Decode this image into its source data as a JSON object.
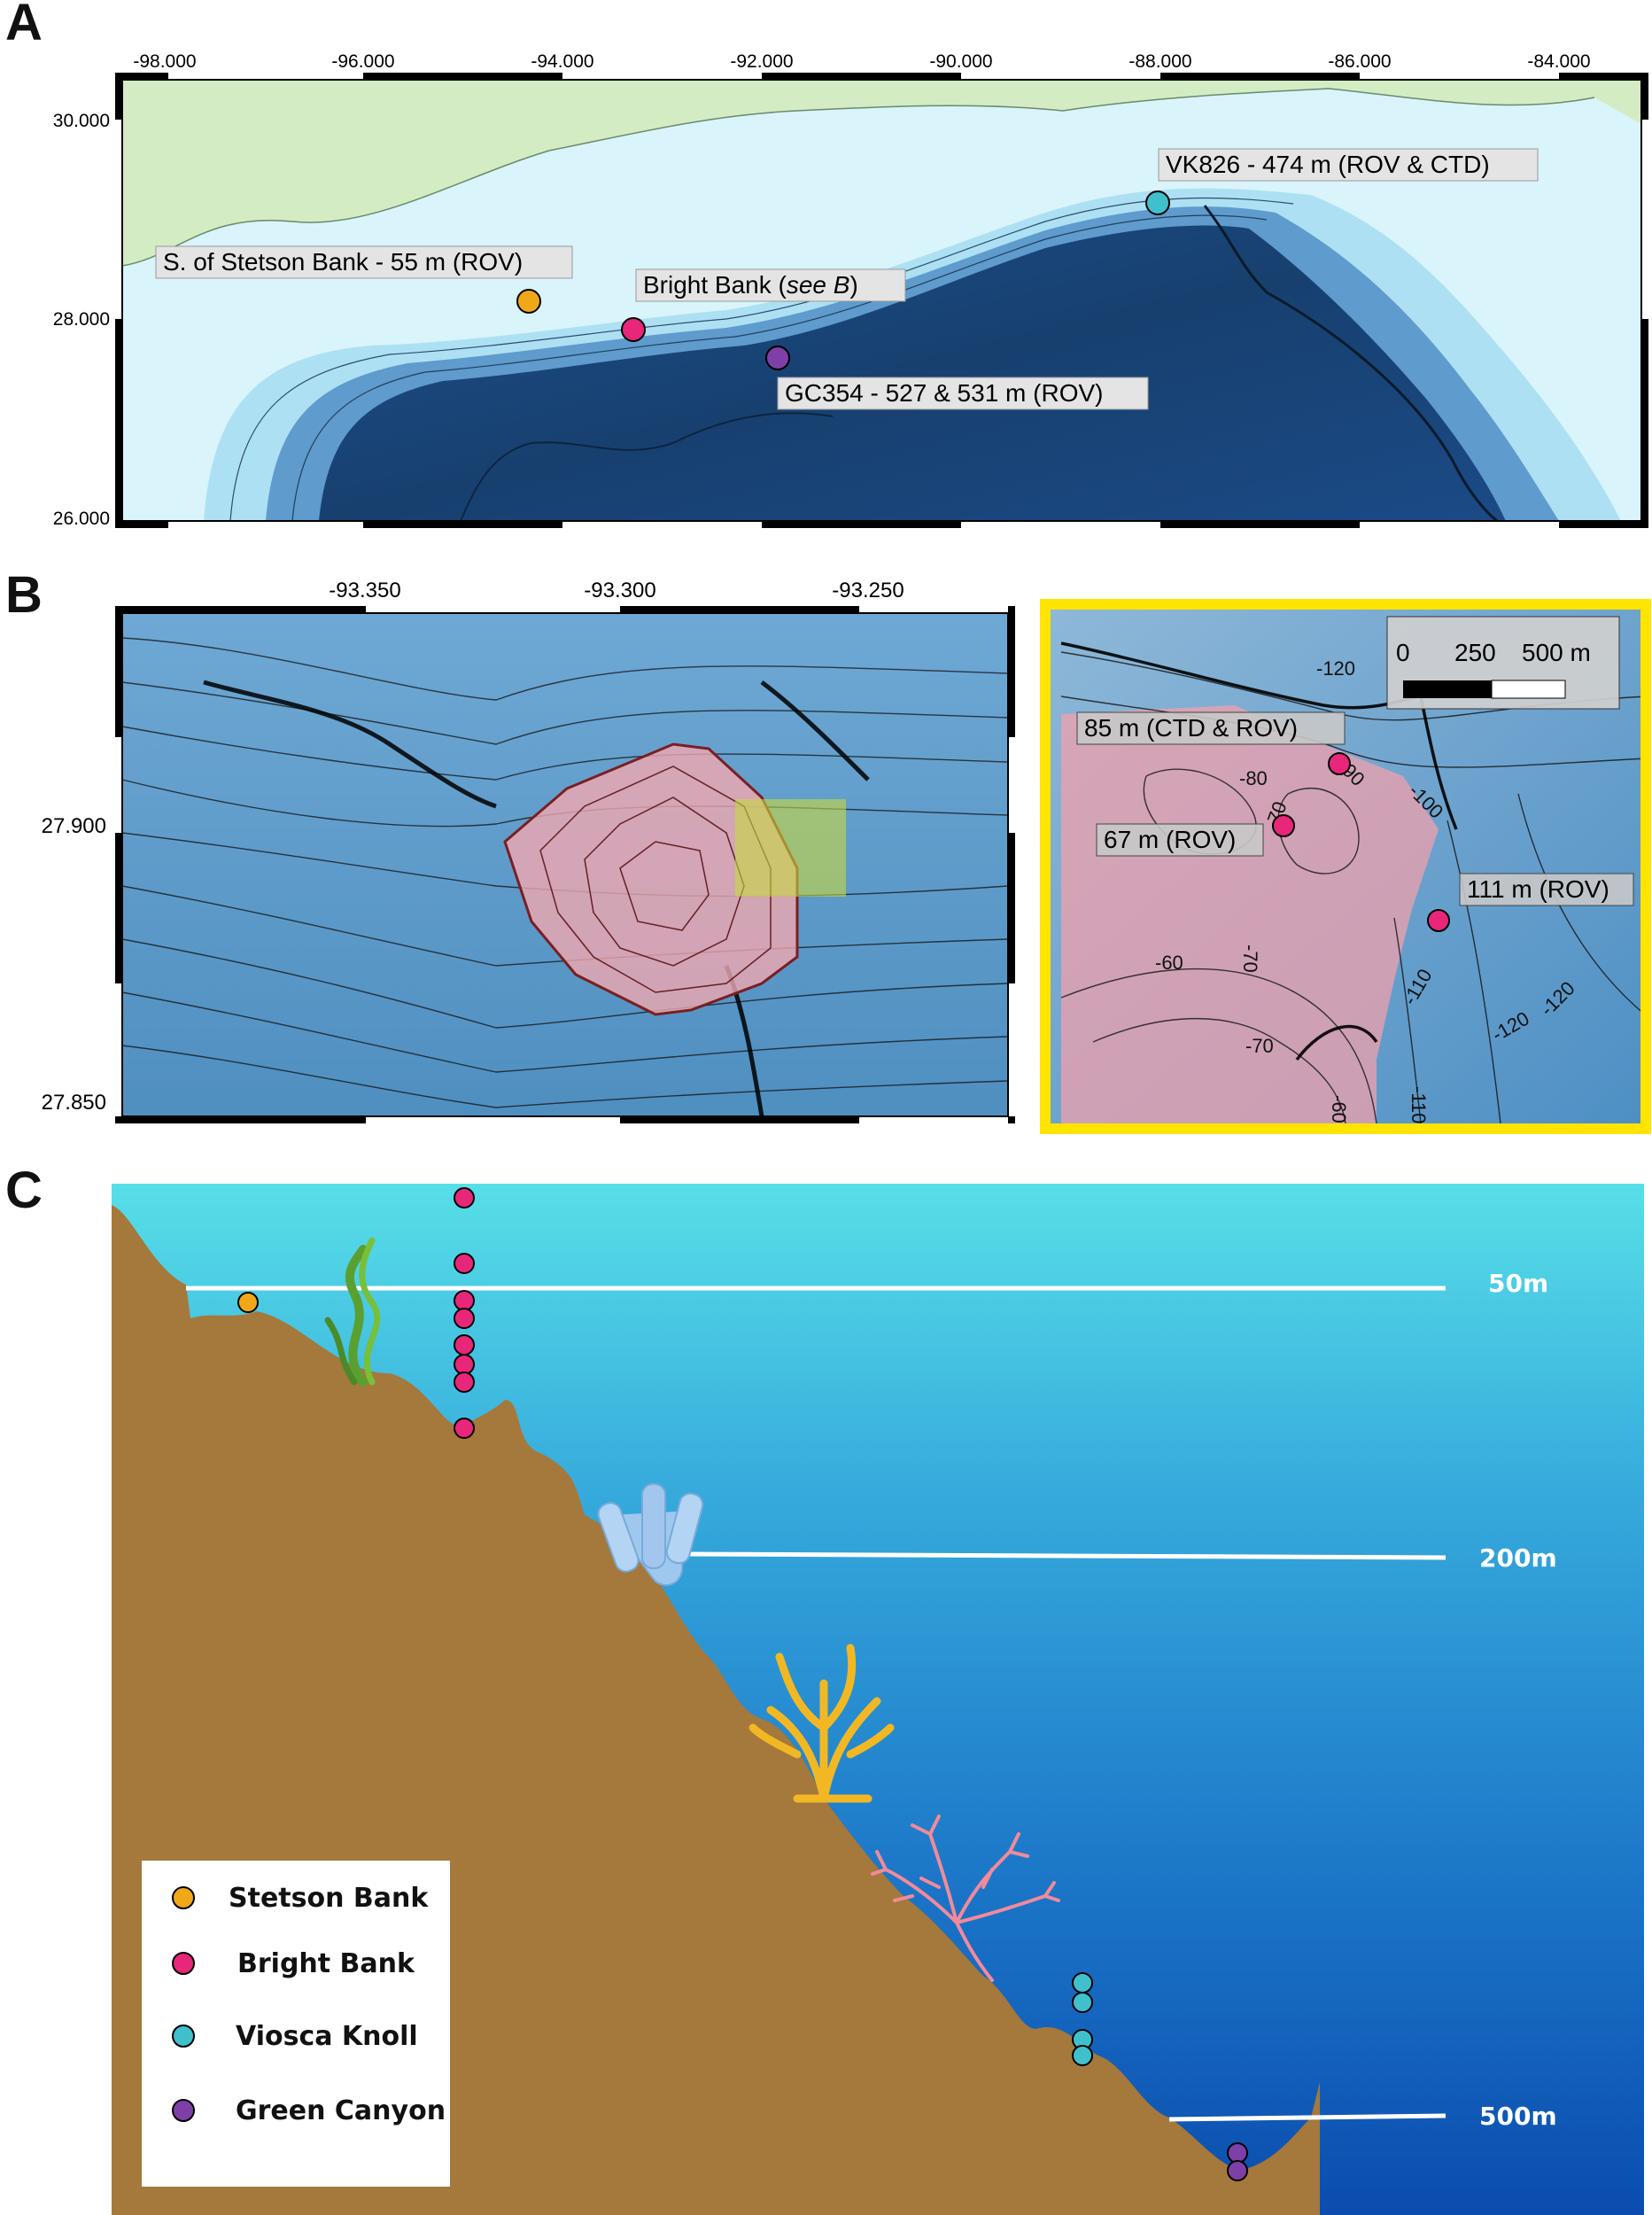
{
  "panels": {
    "a": "A",
    "b": "B",
    "c": "C"
  },
  "panel_a": {
    "lon_ticks": [
      "-98.000",
      "-96.000",
      "-94.000",
      "-92.000",
      "-90.000",
      "-88.000",
      "-86.000",
      "-84.000"
    ],
    "lat_ticks": [
      "30.000",
      "28.000",
      "26.000"
    ],
    "sites": [
      {
        "label": "S. of Stetson Bank - 55 m (ROV)",
        "color": "#f0a818"
      },
      {
        "label_prefix": "Bright Bank (",
        "label_italic": "see B",
        "label_suffix": ")",
        "color": "#e8267a"
      },
      {
        "label": "GC354 - 527 & 531 m (ROV)",
        "color": "#7f3fa8"
      },
      {
        "label": "VK826 - 474 m (ROV & CTD)",
        "color": "#40c0cc"
      }
    ]
  },
  "panel_b": {
    "lon_ticks": [
      "-93.350",
      "-93.300",
      "-93.250"
    ],
    "lat_ticks": [
      "27.900",
      "27.850"
    ],
    "scalebar": {
      "zero": "0",
      "mid": "250",
      "end": "500 m"
    },
    "site_labels": [
      "85 m (CTD & ROV)",
      "67 m (ROV)",
      "111 m (ROV)"
    ],
    "contour_labels": [
      "-120",
      "-80",
      "-90",
      "-100",
      "-70",
      "-70",
      "-60",
      "-70",
      "-60",
      "-110",
      "-120",
      "-120",
      "-110"
    ]
  },
  "panel_c": {
    "depth_lines": [
      "50m",
      "200m",
      "500m"
    ],
    "legend": [
      {
        "label": "Stetson Bank",
        "color": "#f0a818"
      },
      {
        "label": "Bright Bank",
        "color": "#e8267a"
      },
      {
        "label": "Viosca Knoll",
        "color": "#40c0cc"
      },
      {
        "label": "Green Canyon",
        "color": "#7f3fa8"
      }
    ]
  },
  "colors": {
    "land_a": "#d4ecc4",
    "ocean_shallow": "#d9f4fb",
    "ocean_deep": "#163a6e",
    "seabed": "#a5783c",
    "water_top": "#57dfe8",
    "water_bottom": "#0b4cae",
    "highlight": "#ffe400"
  }
}
